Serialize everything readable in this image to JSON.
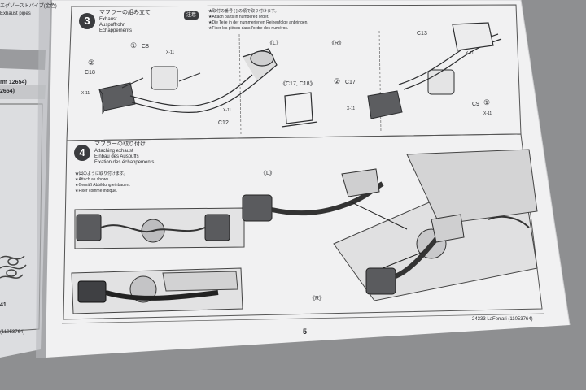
{
  "left_page": {
    "jp_label": "エグゾーストパイプ(金色)",
    "en_label": "Exhaust pipes",
    "code_1": "rm 12654)",
    "code_2": "2654)",
    "code_3": "41",
    "bottom_code": "(11053764)"
  },
  "step3": {
    "number": "3",
    "title_jp": "マフラーの組み立て",
    "title_en": "Exhaust",
    "title_de": "Auspuffrohr",
    "title_fr": "Echappements",
    "caution_badge": "注意",
    "caution_jp": "★取付の番号 [ ] の順で取り付けます。",
    "caution_en": "★Attach parts in numbered order.",
    "caution_de": "★Die Teile in der nummerierten Reihenfolge anbringen.",
    "caution_fr": "★Fixer les pièces dans l'ordre des numéros.",
    "left_label": "《L》",
    "right_label": "《R》",
    "c17_c18_label": "《C17, C18》",
    "parts": {
      "c8": "C8",
      "c8_num": "①",
      "c18": "C18",
      "c18_num": "②",
      "x11_a": "X-11",
      "x11_b": "X-11",
      "x11_c": "X-11",
      "c12": "C12",
      "c17": "C17",
      "c17_num": "②",
      "c13": "C13",
      "x11_d": "X-11",
      "x11_e": "X-11",
      "c9": "C9",
      "c9_num": "①",
      "x11_f": "X-11"
    }
  },
  "step4": {
    "number": "4",
    "title_jp": "マフラーの取り付け",
    "title_en": "Attaching exhaust",
    "title_de": "Einbau des Auspuffs",
    "title_fr": "Fixation des échappements",
    "note_jp": "★図のように取り付けます。",
    "note_en": "★Attach as shown.",
    "note_de": "★Gemäß Abbildung einbauen.",
    "note_fr": "★Fixer comme indiqué.",
    "left_label": "《L》",
    "right_label": "《R》"
  },
  "footer": {
    "page_number": "5",
    "product": "24333 LaFerrari (11053764)"
  }
}
